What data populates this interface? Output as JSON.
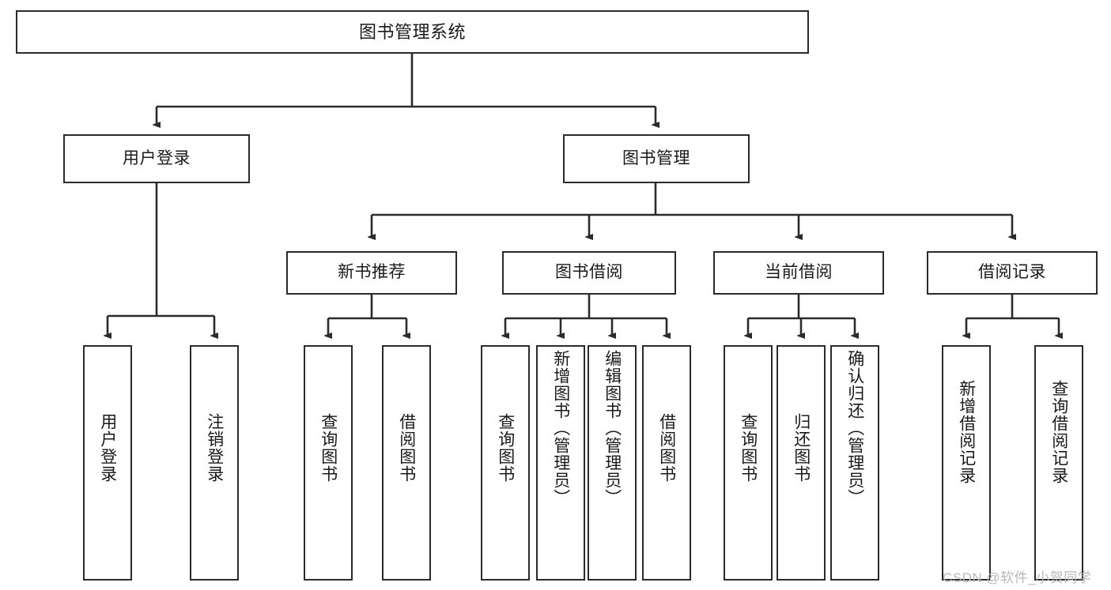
{
  "diagram": {
    "title": "图书管理系统",
    "type": "tree-hierarchy",
    "root": {
      "label": "图书管理系统"
    },
    "level2": [
      {
        "label": "用户登录"
      },
      {
        "label": "图书管理"
      }
    ],
    "level3": [
      {
        "label": "新书推荐"
      },
      {
        "label": "图书借阅"
      },
      {
        "label": "当前借阅"
      },
      {
        "label": "借阅记录"
      }
    ],
    "leaves_user_login": [
      {
        "label": "用户登录"
      },
      {
        "label": "注销登录"
      }
    ],
    "leaves_new_book": [
      {
        "label": "查询图书"
      },
      {
        "label": "借阅图书"
      }
    ],
    "leaves_borrow": [
      {
        "label": "查询图书"
      },
      {
        "label": "新增图书（管理员）"
      },
      {
        "label": "编辑图书（管理员）"
      },
      {
        "label": "借阅图书"
      }
    ],
    "leaves_current": [
      {
        "label": "查询图书"
      },
      {
        "label": "归还图书"
      },
      {
        "label": "确认归还（管理员）"
      }
    ],
    "leaves_records": [
      {
        "label": "新增借阅记录"
      },
      {
        "label": "查询借阅记录"
      }
    ]
  },
  "watermark": {
    "text": "CSDN @软件_小贺同学"
  },
  "colors": {
    "stroke": "#2b2b2b",
    "fill": "#ffffff",
    "text": "#1a1a1a",
    "watermark": "#b9b9b9"
  }
}
